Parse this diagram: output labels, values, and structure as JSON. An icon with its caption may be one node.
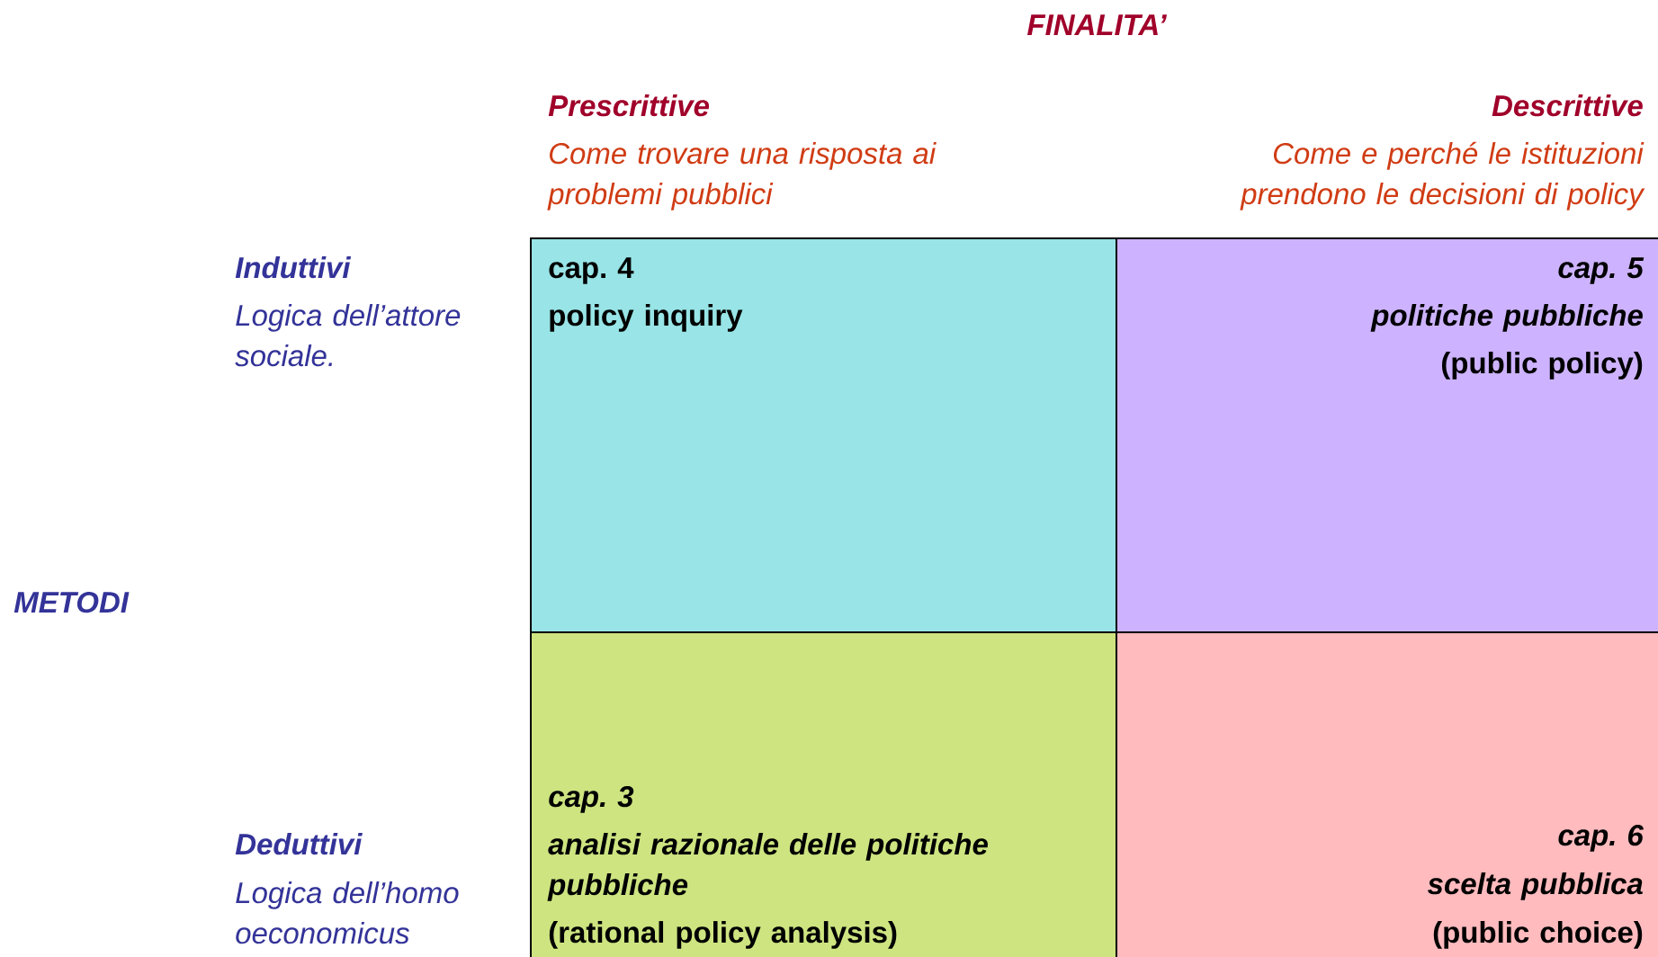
{
  "diagram": {
    "title": "FINALITA’",
    "nodes": [
      {
        "text": [
          "cap. 4",
          "policy inquiry"
        ]
      },
      {
        "text": [
          "cap. 5",
          "politiche pubbliche",
          "(public policy)"
        ]
      },
      {
        "text": [
          "cap. 3",
          "analisi razionale delle politiche pubbliche",
          "(rational policy analysis)"
        ]
      },
      {
        "text": [
          "cap. 6",
          "scelta pubblica",
          "(public choice)"
        ]
      }
    ],
    "labels": [
      "Prescrittive",
      "Come trovare una risposta ai problemi pubblici",
      "Descrittive",
      "Come e perché le istituzioni prendono le decisioni di policy",
      "Induttivi",
      "Logica dell’attore sociale.",
      "METODI",
      "Deduttivi",
      "Logica dell’homo oeconomicus"
    ]
  }
}
